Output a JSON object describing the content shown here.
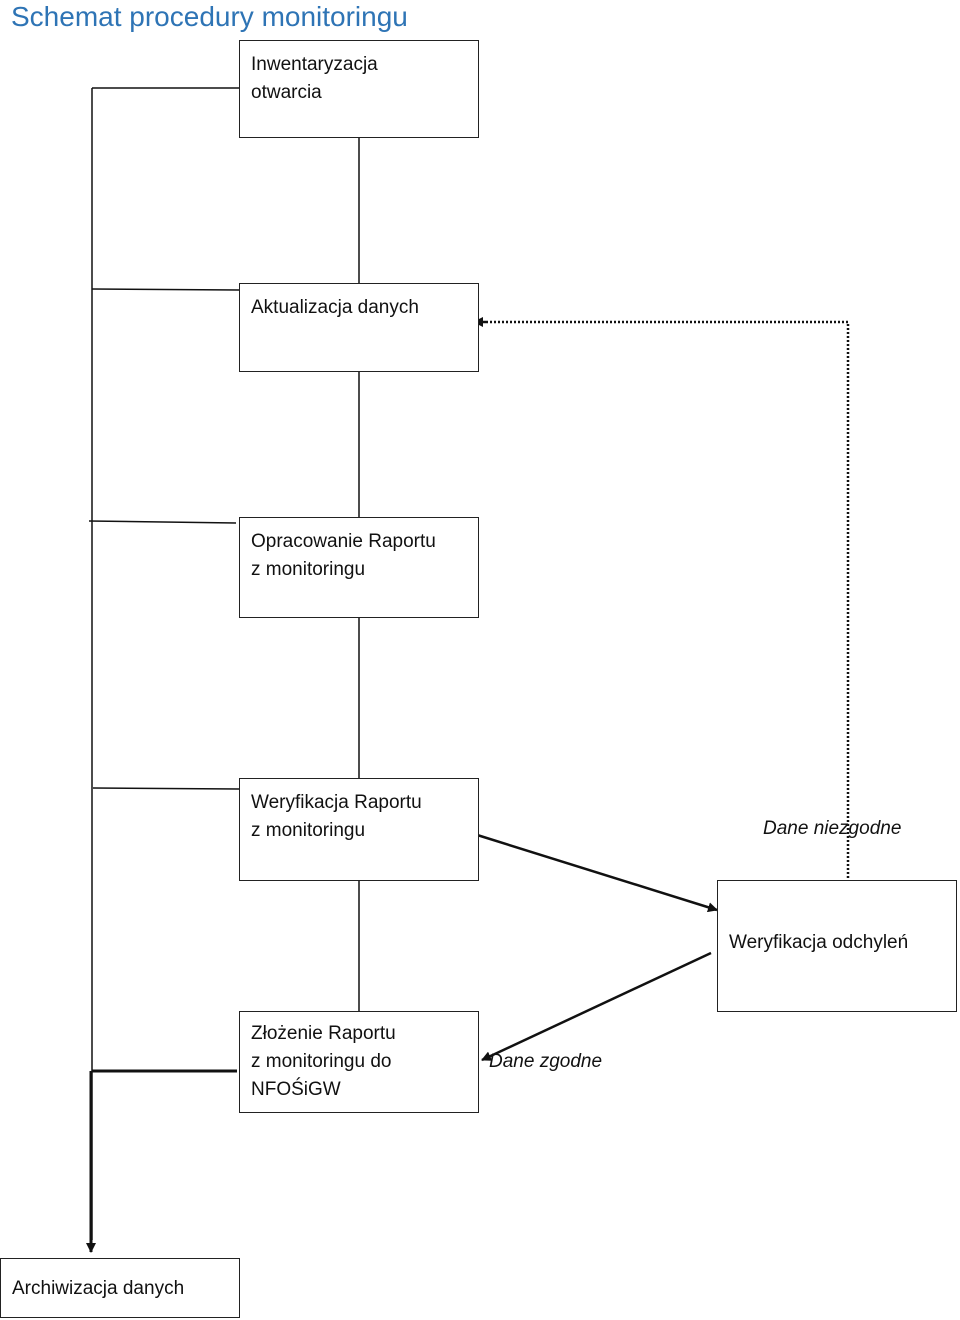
{
  "title": "Schemat procedury monitoringu",
  "nodes": {
    "inventory": "Inwentaryzacja\notwarcia",
    "update": "Aktualizacja danych",
    "report_draft": "Opracowanie Raportu\nz monitoringu",
    "report_verify": "Weryfikacja Raportu\nz monitoringu",
    "deviation_verify": "Weryfikacja odchyleń",
    "submit": "Złożenie Raportu\nz monitoringu do\nNFOŚiGW",
    "archive": "Archiwizacja danych"
  },
  "edges": {
    "inconsistent": "Dane niezgodne",
    "consistent": "Dane zgodne"
  },
  "colors": {
    "title": "#2e74b5",
    "line": "#111111"
  }
}
